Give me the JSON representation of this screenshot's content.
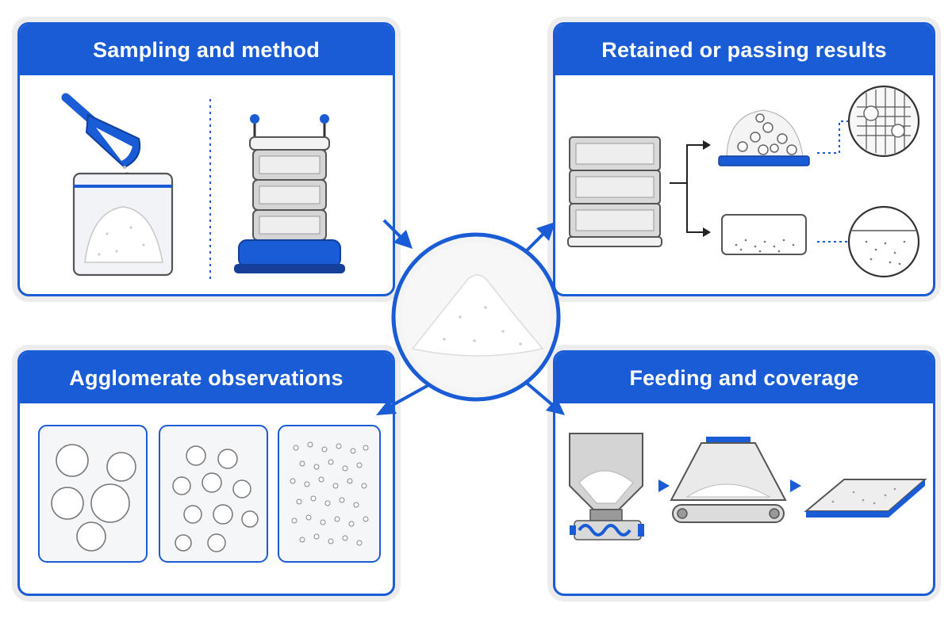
{
  "panels": {
    "sampling": {
      "title": "Sampling and method"
    },
    "results": {
      "title": "Retained or passing results"
    },
    "agglomerate": {
      "title": "Agglomerate observations"
    },
    "feeding": {
      "title": "Feeding and coverage"
    }
  },
  "icons": {
    "sampling": [
      "scoop-icon",
      "sample-bag-icon",
      "sieve-shaker-icon"
    ],
    "results": [
      "sieve-stack-icon",
      "retained-tray-icon",
      "passing-pan-icon",
      "mesh-zoom-icon",
      "fines-zoom-icon"
    ],
    "agglomerate": [
      "large-agglomerates-icon",
      "medium-agglomerates-icon",
      "fine-particles-icon"
    ],
    "feeding": [
      "hopper-screw-feeder-icon",
      "conveyor-spreader-icon",
      "coated-surface-icon"
    ],
    "center": "powder-pile-icon"
  },
  "colors": {
    "accent": "#1a5bd6",
    "frame": "#ececec",
    "ink": "#2a2a2a"
  }
}
